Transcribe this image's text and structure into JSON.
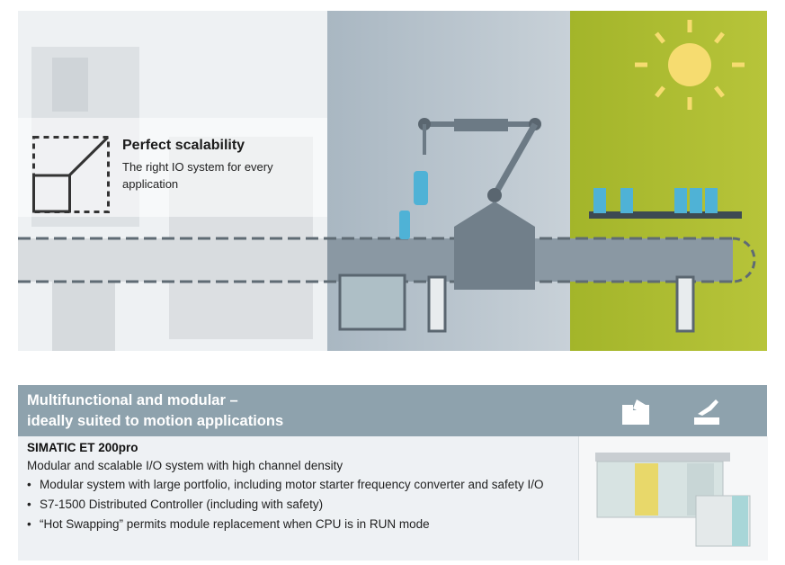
{
  "hero": {
    "title": "Perfect scalability",
    "subtitle": "The right IO system for every application",
    "colors": {
      "left": "#eef1f3",
      "middle": "#b8c4cd",
      "right": "#a8b82a",
      "sun": "#f6dc70",
      "bottle": "#4fb2d6"
    }
  },
  "band": {
    "title_line1": "Multifunctional and modular  –",
    "title_line2": "ideally suited to motion applications",
    "icons": [
      "puzzle-icon",
      "robot-arm-icon"
    ],
    "color": "#8ea2ad"
  },
  "product": {
    "name": "SIMATIC ET 200pro",
    "description": "Modular and scalable I/O system with high channel density",
    "bullets": [
      "Modular system with large portfolio, including motor starter frequency converter and safety I/O",
      "S7-1500 Distributed Controller (including with safety)",
      "“Hot Swapping” permits module replacement when CPU is in RUN mode"
    ]
  }
}
